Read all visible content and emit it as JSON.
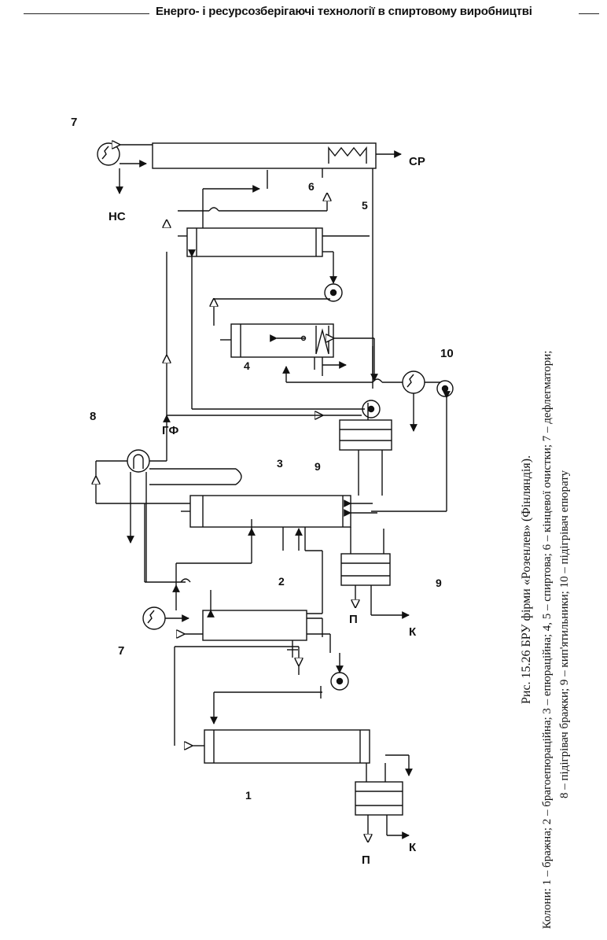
{
  "header": {
    "running_title": "Енерго- і ресурсозберігаючі технології в спиртовому виробництві"
  },
  "figure": {
    "caption": "Рис. 15.26 БРУ фірми «Розенлев» (Фінляндія).",
    "legend_lines": [
      "Колони: 1 – бражна; 2 – брагоепюраційна; 3 – епюраційна; 4, 5 – спиртова; 6 – кінцевої очистки; 7 – дефлегматори;",
      "8 – підігрівач бражки; 9 – кип'ятильники; 10 – підігрівач епюрату"
    ],
    "labels": {
      "column_1": "1",
      "column_2": "2",
      "column_3": "3",
      "column_4": "4",
      "column_5": "5",
      "column_6": "6",
      "condenser_7a": "7",
      "condenser_7b": "7",
      "heater_8": "8",
      "boiler_9a": "9",
      "boiler_9b": "9",
      "heater_10": "10",
      "stream_P1": "П",
      "stream_K1": "К",
      "stream_P2": "П",
      "stream_K2": "К",
      "stream_HC": "НС",
      "stream_GF": "ГФ",
      "stream_SR": "СР"
    }
  }
}
